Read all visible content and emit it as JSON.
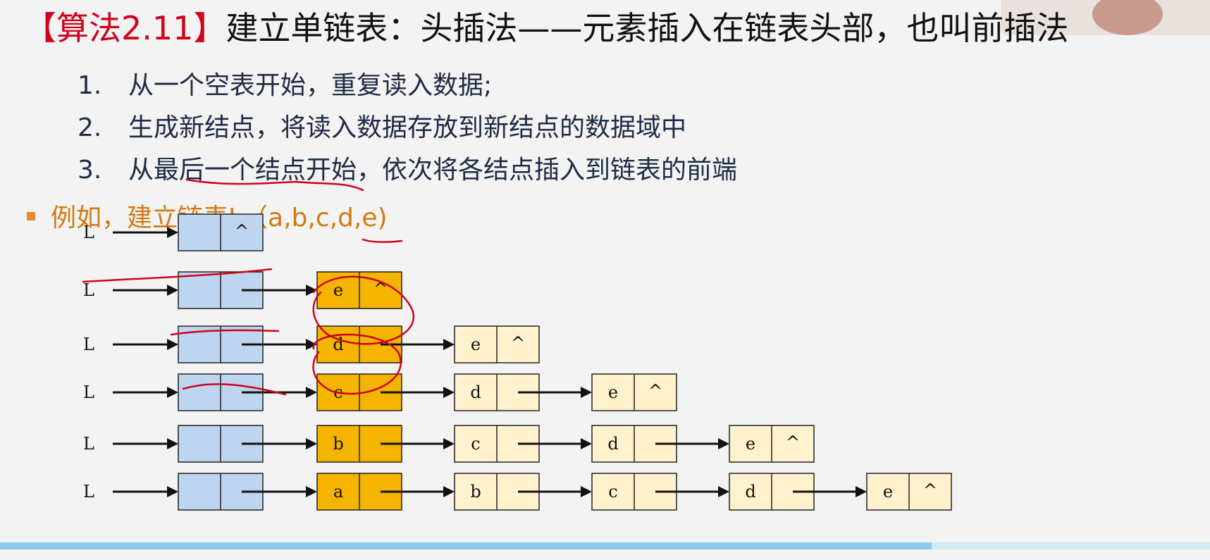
{
  "title": {
    "tag": "【算法2.11】",
    "text": "建立单链表：头插法——元素插入在链表头部，也叫前插法"
  },
  "steps": [
    {
      "num": "1.",
      "text": "从一个空表开始，重复读入数据;"
    },
    {
      "num": "2.",
      "text": "生成新结点，将读入数据存放到新结点的数据域中"
    },
    {
      "num": "3.",
      "text": "从最后一个结点开始，依次将各结点插入到链表的前端"
    }
  ],
  "example": {
    "text": "例如，建立链表L（a,b,c,d,e)"
  },
  "diagram": {
    "head_label": "L",
    "null_symbol": "^",
    "rows": [
      [],
      [
        "e"
      ],
      [
        "d",
        "e"
      ],
      [
        "c",
        "d",
        "e"
      ],
      [
        "b",
        "c",
        "d",
        "e"
      ],
      [
        "a",
        "b",
        "c",
        "d",
        "e"
      ]
    ],
    "colors": {
      "head_node": "#bdd5ee",
      "new_node": "#f5b400",
      "old_node": "#fff2cc",
      "border": "#222222",
      "arrow": "#111111",
      "annotation": "#d0021b"
    }
  },
  "video": {
    "progress": 0.77
  }
}
